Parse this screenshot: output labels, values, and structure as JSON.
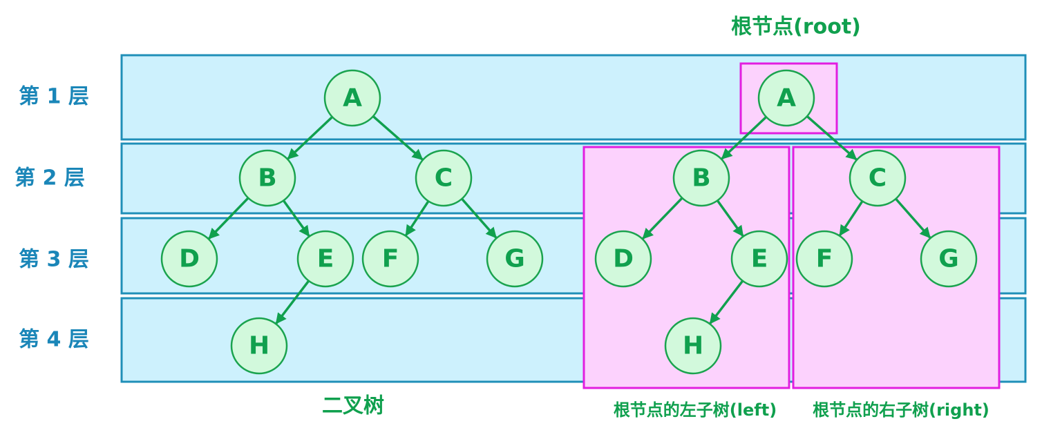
{
  "levels": [
    "第 1 层",
    "第 2 层",
    "第 3 层",
    "第 4 层"
  ],
  "captions": {
    "tree": "二叉树",
    "root": "根节点(root)",
    "left_subtree": "根节点的左子树(left)",
    "right_subtree": "根节点的右子树(right)"
  },
  "tree_left": {
    "nodes": [
      "A",
      "B",
      "C",
      "D",
      "E",
      "F",
      "G",
      "H"
    ],
    "edges": [
      [
        "A",
        "B"
      ],
      [
        "A",
        "C"
      ],
      [
        "B",
        "D"
      ],
      [
        "B",
        "E"
      ],
      [
        "C",
        "F"
      ],
      [
        "C",
        "G"
      ],
      [
        "E",
        "H"
      ]
    ]
  },
  "tree_right": {
    "nodes": [
      "A",
      "B",
      "C",
      "D",
      "E",
      "F",
      "G",
      "H"
    ],
    "edges": [
      [
        "A",
        "B"
      ],
      [
        "A",
        "C"
      ],
      [
        "B",
        "D"
      ],
      [
        "B",
        "E"
      ],
      [
        "C",
        "F"
      ],
      [
        "C",
        "G"
      ],
      [
        "E",
        "H"
      ]
    ]
  },
  "colors": {
    "band_fill": "#cdf1fd",
    "band_stroke": "#1f8fb8",
    "highlight_fill": "#fcd2fd",
    "highlight_stroke": "#e21ee0",
    "node_fill": "#d2f9dc",
    "node_stroke": "#1aa34e",
    "edge": "#10a04e",
    "level_text": "#1a86b8"
  }
}
